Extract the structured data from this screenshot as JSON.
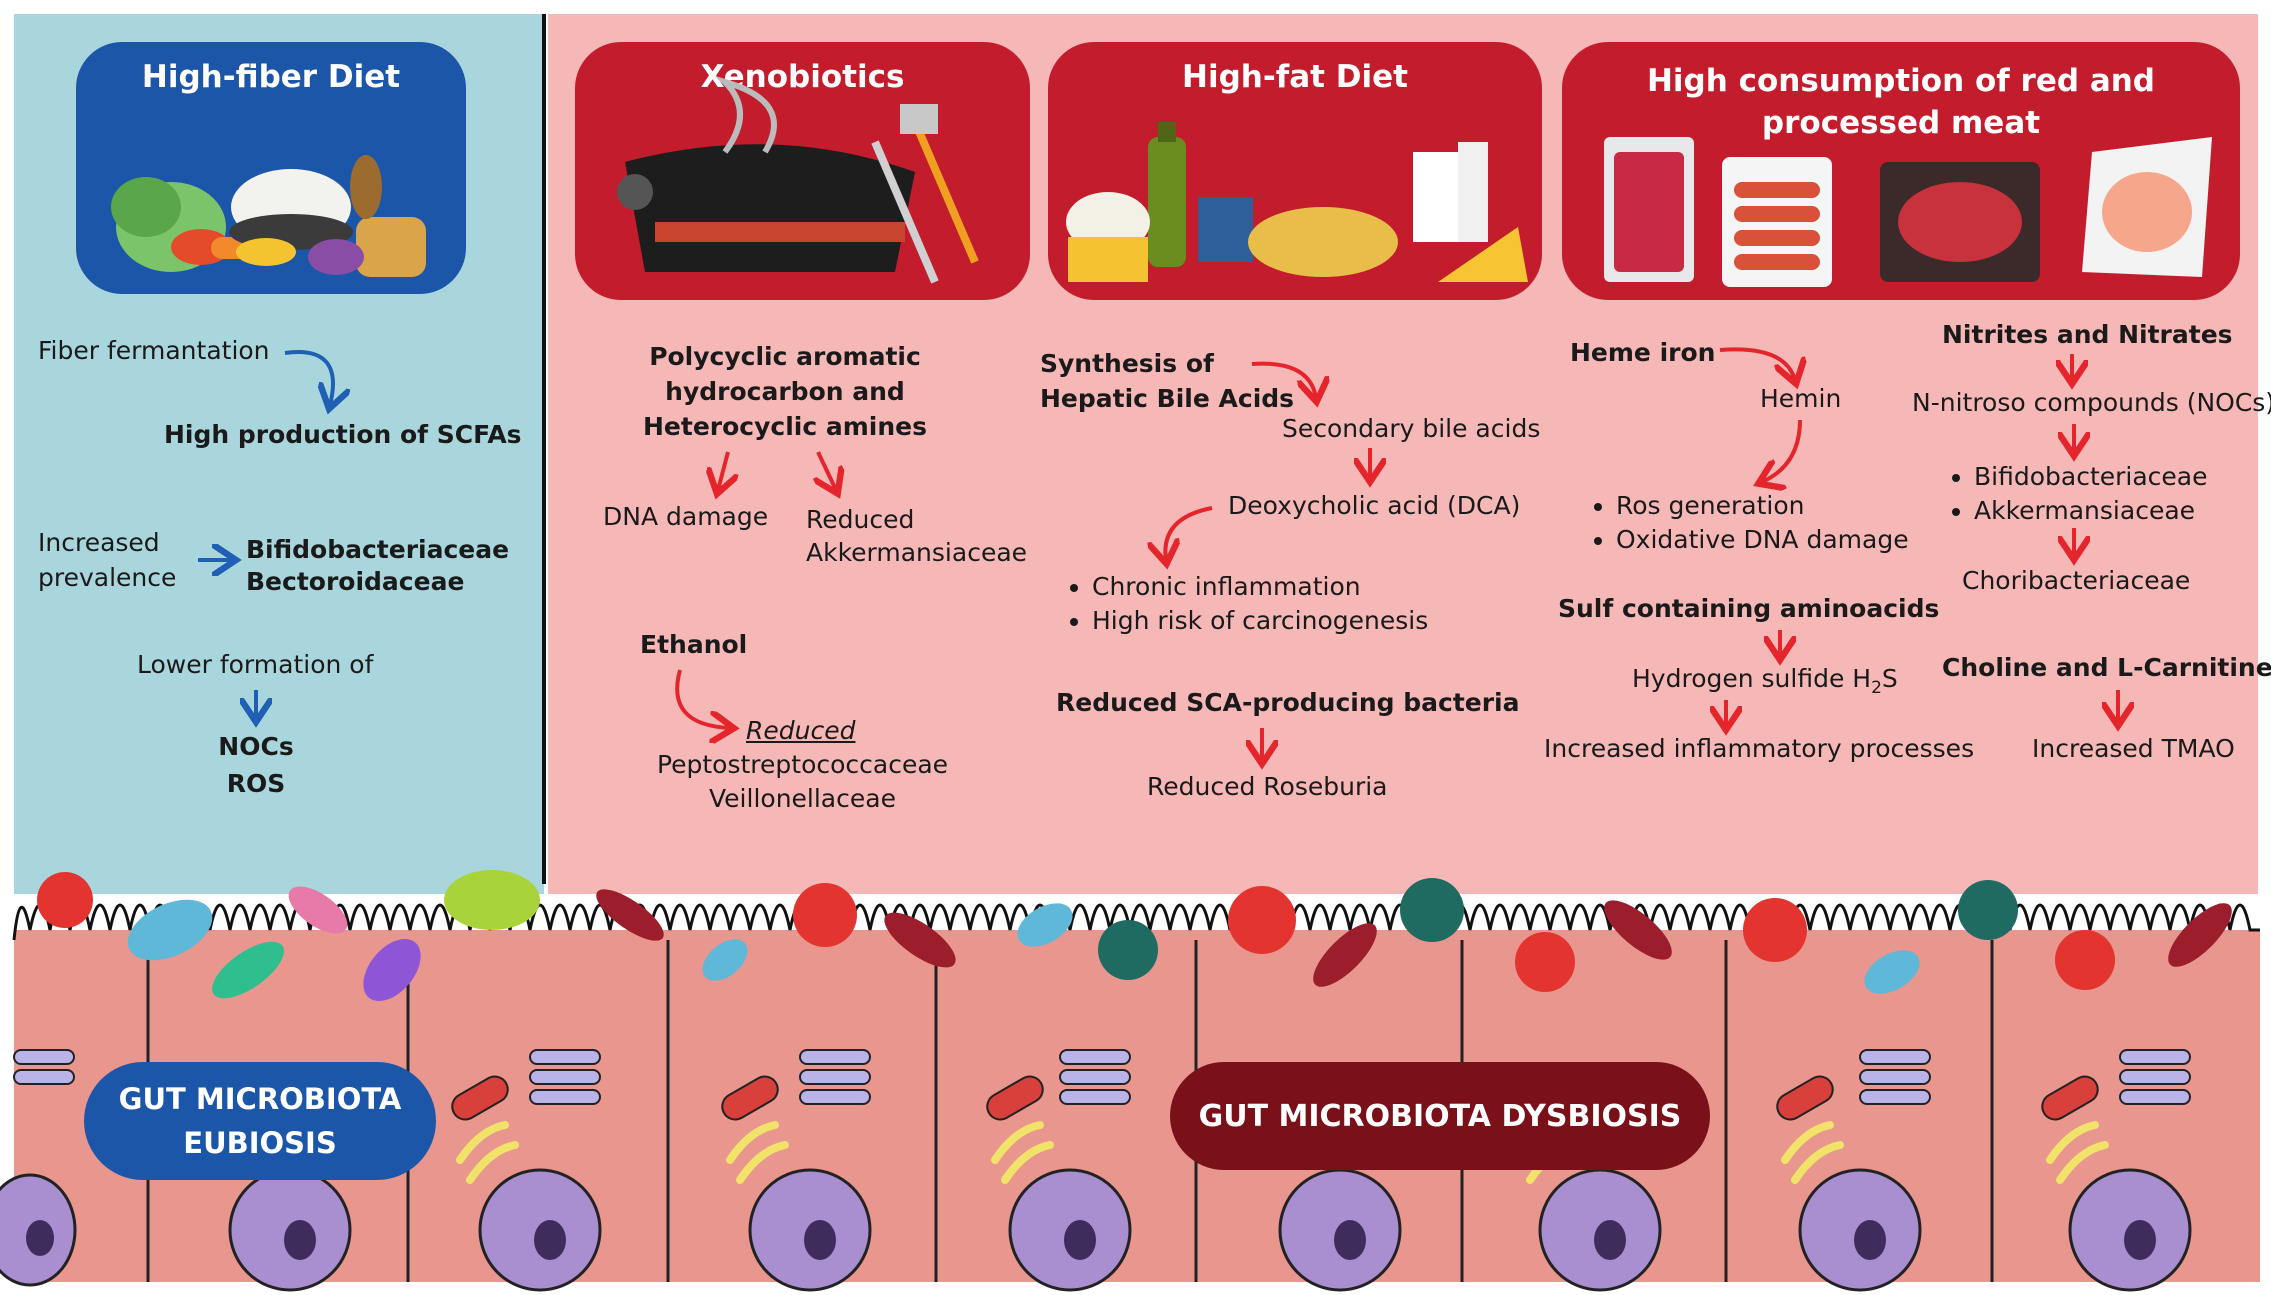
{
  "headers": {
    "high_fiber": "High-fiber Diet",
    "xenobiotics": "Xenobiotics",
    "high_fat": "High-fat Diet",
    "red_meat_line1": "High consumption of red and",
    "red_meat_line2": "processed meat"
  },
  "fiber": {
    "fermentation": "Fiber fermantation",
    "scfa": "High production of SCFAs",
    "increased_1": "Increased",
    "increased_2": "prevalence",
    "bifido": "Bifidobacteriaceae",
    "bectoro": "Bectoroidaceae",
    "lower": "Lower formation of",
    "nocs": "NOCs",
    "ros": "ROS"
  },
  "xeno": {
    "pah_1": "Polycyclic aromatic",
    "pah_2": "hydrocarbon and",
    "pah_3": "Heterocyclic amines",
    "dna_damage": "DNA damage",
    "reduced": "Reduced",
    "akkermansia": "Akkermansiaceae",
    "ethanol": "Ethanol",
    "reduced_2": "Reduced",
    "pepto": "Peptostreptococcaceae",
    "veillo": "Veillonellaceae"
  },
  "fat": {
    "synth_1": "Synthesis of",
    "synth_2": "Hepatic Bile Acids",
    "secondary": "Secondary bile acids",
    "dca": "Deoxycholic acid (DCA)",
    "bullet_1": "Chronic inflammation",
    "bullet_2": "High risk of carcinogenesis",
    "sca_reduced": "Reduced SCA-producing bacteria",
    "roseburia": "Reduced Roseburia"
  },
  "meat": {
    "heme": "Heme iron",
    "hemin": "Hemin",
    "bullet_1": "Ros generation",
    "bullet_2": "Oxidative DNA damage",
    "sulf": "Sulf containing aminoacids",
    "h2s_pre": "Hydrogen sulfide H",
    "h2s_sub": "2",
    "h2s_post": "S",
    "inflam": "Increased inflammatory processes",
    "nitrites": "Nitrites and Nitrates",
    "noc": "N-nitroso compounds (NOCs)",
    "bullet_3": "Bifidobacteriaceae",
    "bullet_4": "Akkermansiaceae",
    "chori": "Choribacteriaceae",
    "choline": "Choline and L-Carnitine",
    "tmao": "Increased TMAO"
  },
  "labels": {
    "eubiosis_1": "GUT MICROBIOTA",
    "eubiosis_2": "EUBIOSIS",
    "dysbiosis": "GUT MICROBIOTA DYSBIOSIS"
  },
  "colors": {
    "left_bg": "#a9d6dd",
    "right_bg": "#f6b7b7",
    "blue_header": "#1c56a8",
    "red_header": "#c31d2d",
    "red_arrow": "#e4252c",
    "blue_arrow": "#1f5fb4",
    "dysbiosis_pill": "#7a1018"
  }
}
